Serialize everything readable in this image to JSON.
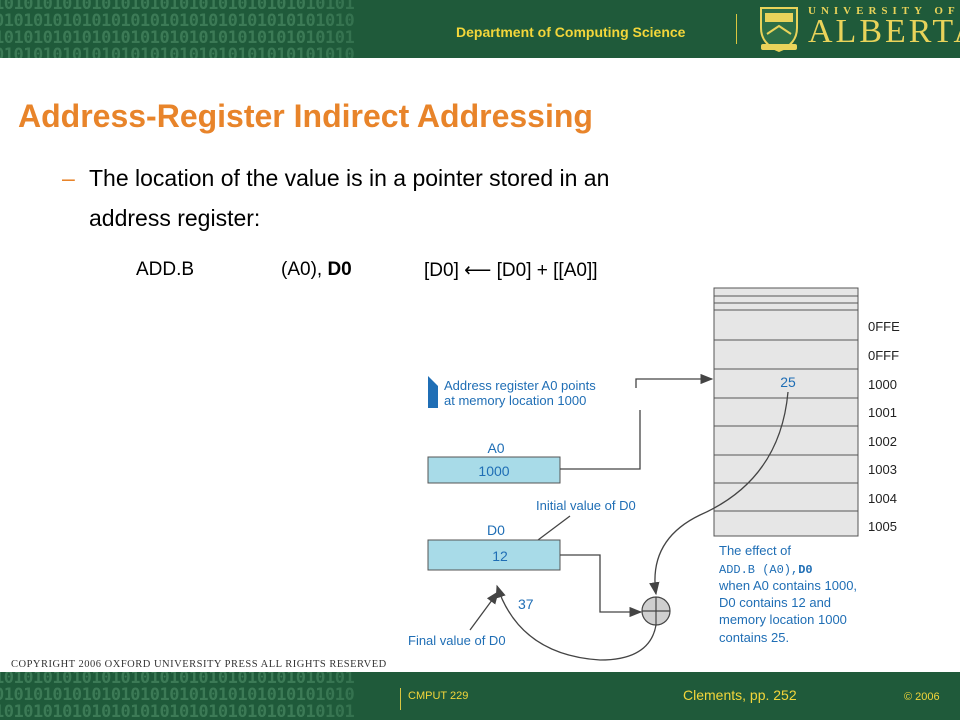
{
  "header": {
    "department": "Department of Computing Science",
    "university_small": "UNIVERSITY OF",
    "university_big": "ALBERTA"
  },
  "slide": {
    "title": "Address-Register Indirect Addressing",
    "bullet_dash": "–",
    "bullet_line1": "The location of the value is in a pointer stored in an",
    "bullet_line2": "address register:",
    "instruction": {
      "opcode": "ADD.B",
      "operand_src": "(A0), ",
      "operand_dst": "D0",
      "rtl": "[D0] ⟵ [D0] + [[A0]]"
    }
  },
  "diagram": {
    "memory_addresses": [
      "0FFE",
      "0FFF",
      "1000",
      "1001",
      "1002",
      "1003",
      "1004",
      "1005"
    ],
    "memory_value": "25",
    "a0_label": "A0",
    "a0_value": "1000",
    "d0_label": "D0",
    "d0_value": "12",
    "result_value": "37",
    "note_a0_line1": "Address register A0 points",
    "note_a0_line2": "at memory location 1000",
    "note_initial": "Initial value of D0",
    "note_final": "Final value of D0",
    "effect_line1": "The effect of",
    "effect_code_a": "ADD.B (A0),",
    "effect_code_b": "D0",
    "effect_line3": "when A0 contains 1000,",
    "effect_line4": "D0 contains 12 and",
    "effect_line5": "memory location 1000",
    "effect_line6": "contains 25.",
    "colors": {
      "accent_blue": "#1f6eb5",
      "register_fill": "#a8dbe8",
      "memory_fill": "#e6e6e6"
    }
  },
  "copyright": "COPYRIGHT 2006 OXFORD UNIVERSITY PRESS ALL RIGHTS RESERVED",
  "footer": {
    "course": "CMPUT 229",
    "reference": "Clements, pp. 252",
    "year": "© 2006"
  }
}
